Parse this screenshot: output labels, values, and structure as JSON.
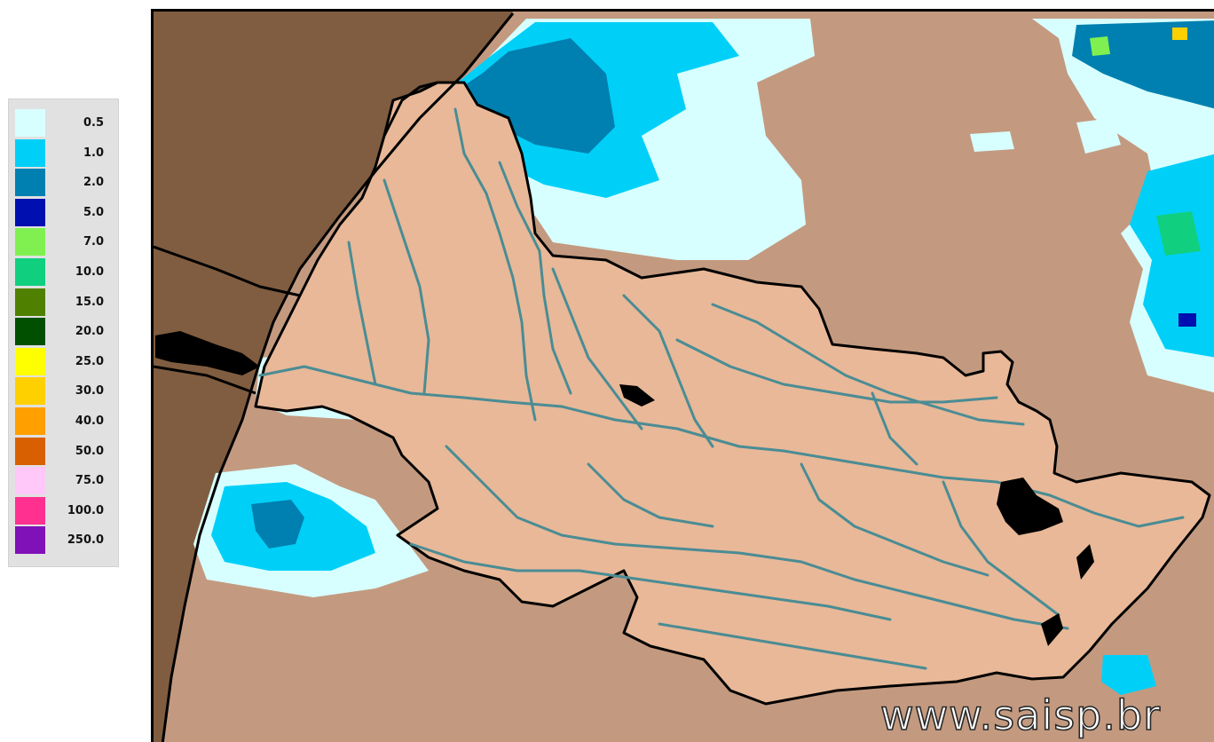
{
  "legend": {
    "items": [
      {
        "value": "0.5",
        "color": "#d8ffff"
      },
      {
        "value": "1.0",
        "color": "#00d0f8"
      },
      {
        "value": "2.0",
        "color": "#0080b0"
      },
      {
        "value": "5.0",
        "color": "#0010b0"
      },
      {
        "value": "7.0",
        "color": "#80f050"
      },
      {
        "value": "10.0",
        "color": "#10d080"
      },
      {
        "value": "15.0",
        "color": "#508000"
      },
      {
        "value": "20.0",
        "color": "#005000"
      },
      {
        "value": "25.0",
        "color": "#ffff00"
      },
      {
        "value": "30.0",
        "color": "#ffd000"
      },
      {
        "value": "40.0",
        "color": "#ffa000"
      },
      {
        "value": "50.0",
        "color": "#d86000"
      },
      {
        "value": "75.0",
        "color": "#ffc8f8"
      },
      {
        "value": "100.0",
        "color": "#ff3090"
      },
      {
        "value": "250.0",
        "color": "#8010b8"
      }
    ]
  },
  "map": {
    "watermark": "www.saisp.br",
    "colors": {
      "ocean": "#805d40",
      "land": "#c39a80",
      "basin": "#e8b898",
      "rivers": "#4a8c94",
      "reservoir": "#000000",
      "border": "#000000"
    }
  }
}
